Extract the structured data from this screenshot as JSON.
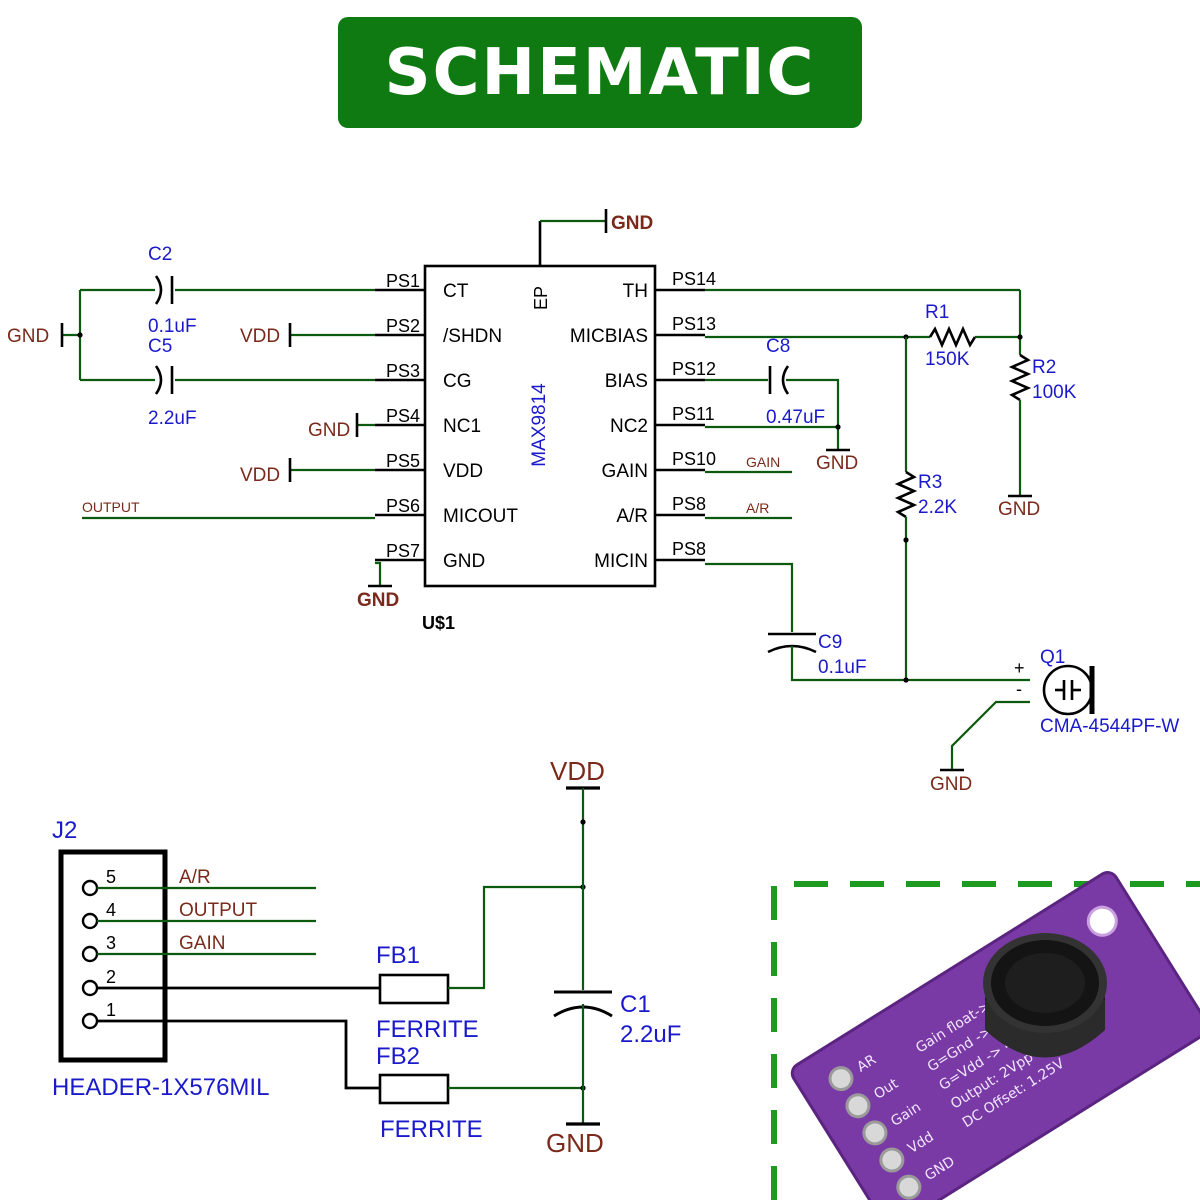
{
  "title": "SCHEMATIC",
  "colors": {
    "banner": "#0f7a12",
    "wire": "#0b5a10",
    "component_label": "#1a1acc",
    "net_label": "#7a2a1a",
    "dashed_frame": "#1e9a1e",
    "pcb": "#7a3aa6"
  },
  "chip": {
    "name": "MAX9814",
    "designator": "U$1",
    "left_pins": [
      {
        "ps": "PS1",
        "name": "CT"
      },
      {
        "ps": "PS2",
        "name": "/SHDN"
      },
      {
        "ps": "PS3",
        "name": "CG"
      },
      {
        "ps": "PS4",
        "name": "NC1"
      },
      {
        "ps": "PS5",
        "name": "VDD"
      },
      {
        "ps": "PS6",
        "name": "MICOUT"
      },
      {
        "ps": "PS7",
        "name": "GND"
      }
    ],
    "right_pins": [
      {
        "ps": "PS14",
        "name": "TH"
      },
      {
        "ps": "PS13",
        "name": "MICBIAS"
      },
      {
        "ps": "PS12",
        "name": "BIAS"
      },
      {
        "ps": "PS11",
        "name": "NC2"
      },
      {
        "ps": "PS10",
        "name": "GAIN"
      },
      {
        "ps": "PS8",
        "name": "A/R"
      },
      {
        "ps": "PS8",
        "name": "MICIN"
      }
    ],
    "ep_label": "EP"
  },
  "components": {
    "c2": {
      "ref": "C2",
      "value": "0.1uF"
    },
    "c5": {
      "ref": "C5",
      "value": "2.2uF"
    },
    "c8": {
      "ref": "C8",
      "value": "0.47uF"
    },
    "c9": {
      "ref": "C9",
      "value": "0.1uF"
    },
    "c1": {
      "ref": "C1",
      "value": "2.2uF"
    },
    "r1": {
      "ref": "R1",
      "value": "150K"
    },
    "r2": {
      "ref": "R2",
      "value": "100K"
    },
    "r3": {
      "ref": "R3",
      "value": "2.2K"
    },
    "q1": {
      "ref": "Q1",
      "value": "CMA-4544PF-W",
      "plus": "+",
      "minus": "-"
    },
    "fb1": {
      "ref": "FB1",
      "value": "FERRITE"
    },
    "fb2": {
      "ref": "FB2",
      "value": "FERRITE"
    },
    "j2": {
      "ref": "J2",
      "value": "HEADER-1X576MIL",
      "pins": [
        "5",
        "4",
        "3",
        "2",
        "1"
      ]
    }
  },
  "nets": {
    "gnd": "GND",
    "vdd": "VDD",
    "output": "OUTPUT",
    "gain": "GAIN",
    "ar": "A/R"
  },
  "module_silkscreen": {
    "lines": [
      "Gain float->60dB",
      "G=Gnd -> 50dB",
      "G=Vdd -> 40dB",
      "Output: 2Vpp max",
      "DC Offset: 1.25V"
    ],
    "pins": [
      "AR",
      "Out",
      "Gain",
      "Vdd",
      "GND"
    ]
  }
}
